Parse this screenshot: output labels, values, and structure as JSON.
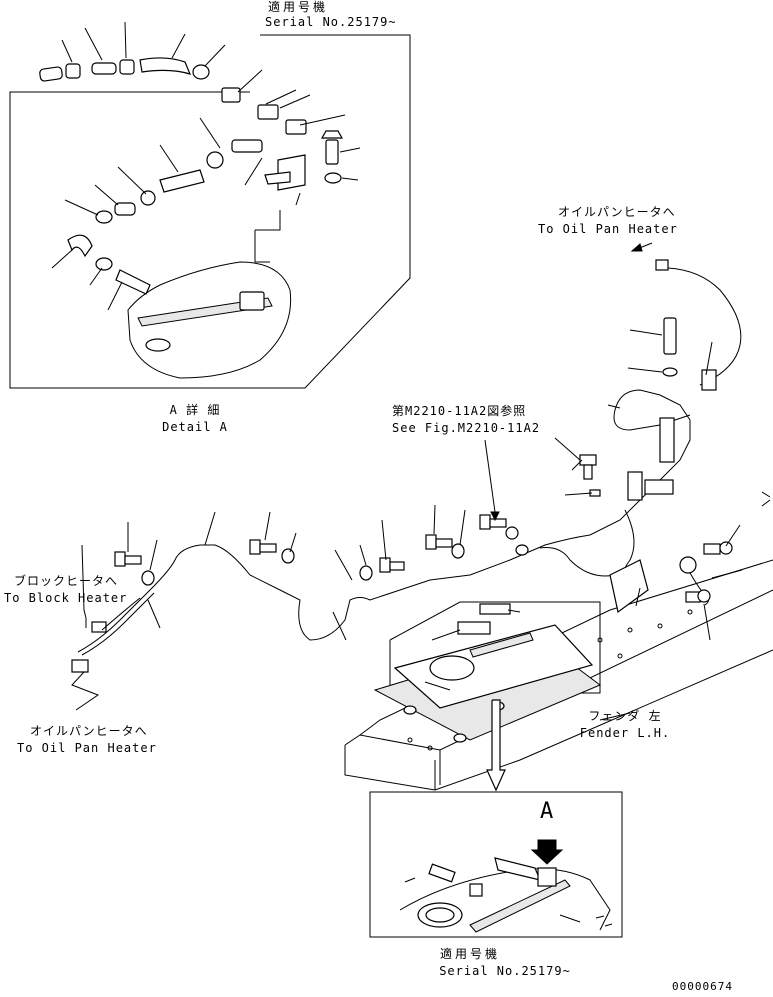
{
  "serial_top": {
    "jp": "適用号機",
    "en": "Serial No.25179~"
  },
  "detail_a": {
    "jp": "A 詳 細",
    "en": "Detail A"
  },
  "oil_pan_top": {
    "jp": "オイルパンヒータへ",
    "en": "To Oil Pan Heater"
  },
  "see_fig": {
    "jp": "第M2210-11A2図参照",
    "en": "See Fig.M2210-11A2"
  },
  "block_heater": {
    "jp": "ブロックヒータへ",
    "en": "To Block Heater"
  },
  "oil_pan_bottom": {
    "jp": "オイルパンヒータへ",
    "en": "To Oil Pan Heater"
  },
  "fender": {
    "jp": "フェンダ 左",
    "en": "Fender L.H."
  },
  "callout_a": "A",
  "serial_bottom": {
    "jp": "適用号機",
    "en": "Serial No.25179~"
  },
  "drawing_number": "00000674"
}
